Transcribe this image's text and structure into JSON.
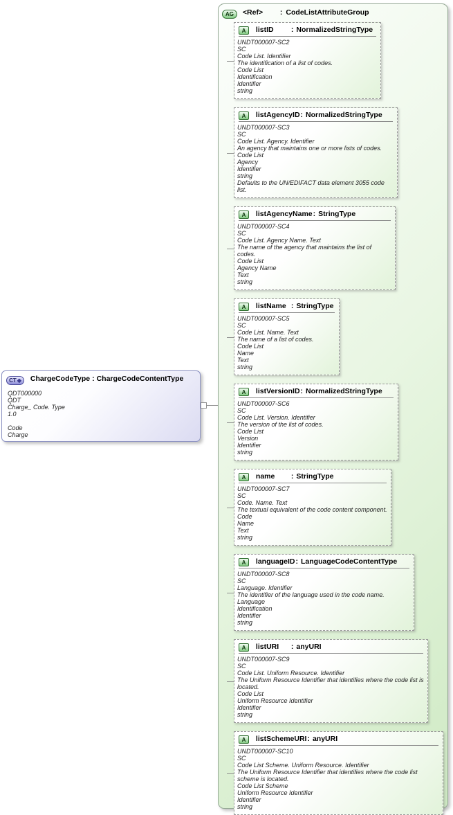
{
  "colors": {
    "attribute_badge_green": "#84cc84",
    "group_background_green": "#cfeac4",
    "complextype_badge_purple": "#8c8cd8",
    "complextype_background": "#dbdbf2"
  },
  "ct_box": {
    "badge": "CT",
    "diamond_icon": "◆",
    "name": "ChargeCodeType",
    "separator": ":",
    "type": "ChargeCodeContentType",
    "lines": [
      "QDT000000",
      "QDT",
      "Charge_ Code. Type",
      "1.0",
      "",
      "Code",
      "Charge"
    ]
  },
  "attribute_group": {
    "badge": "AG",
    "ref": "<Ref>",
    "separator": ":",
    "name": "CodeListAttributeGroup",
    "attr_badge": "A",
    "attributes": [
      {
        "name": "listID",
        "type": "NormalizedStringType",
        "details": [
          "UNDT000007-SC2",
          "SC",
          "Code List. Identifier",
          "The identification of a list of codes.",
          "Code List",
          "Identification",
          "Identifier",
          "string"
        ]
      },
      {
        "name": "listAgencyID",
        "type": "NormalizedStringType",
        "details": [
          "UNDT000007-SC3",
          "SC",
          "Code List. Agency. Identifier",
          "An agency that maintains one or more lists of codes.",
          "Code List",
          "Agency",
          "Identifier",
          "string",
          "Defaults to the UN/EDIFACT data element 3055 code list."
        ]
      },
      {
        "name": "listAgencyName",
        "type": "StringType",
        "details": [
          "UNDT000007-SC4",
          "SC",
          "Code List. Agency Name. Text",
          "The name of the agency that maintains the list of codes.",
          "Code List",
          "Agency Name",
          "Text",
          "string"
        ]
      },
      {
        "name": "listName",
        "type": "StringType",
        "details": [
          "UNDT000007-SC5",
          "SC",
          "Code List. Name. Text",
          "The name of a list of codes.",
          "Code List",
          "Name",
          "Text",
          "string"
        ]
      },
      {
        "name": "listVersionID",
        "type": "NormalizedStringType",
        "details": [
          "UNDT000007-SC6",
          "SC",
          "Code List. Version. Identifier",
          "The version of the list of codes.",
          "Code List",
          "Version",
          "Identifier",
          "string"
        ]
      },
      {
        "name": "name",
        "type": "StringType",
        "details": [
          "UNDT000007-SC7",
          "SC",
          "Code. Name. Text",
          "The textual equivalent of the code content component.",
          "Code",
          "Name",
          "Text",
          "string"
        ]
      },
      {
        "name": "languageID",
        "type": "LanguageCodeContentType",
        "details": [
          "UNDT000007-SC8",
          "SC",
          "Language. Identifier",
          "The identifier of the language used in the code name.",
          "Language",
          "Identification",
          "Identifier",
          "string"
        ]
      },
      {
        "name": "listURI",
        "type": "anyURI",
        "details": [
          "UNDT000007-SC9",
          "SC",
          "Code List. Uniform Resource. Identifier",
          "The Uniform Resource Identifier that identifies where the code list is located.",
          "Code List",
          "Uniform Resource Identifier",
          "Identifier",
          "string"
        ]
      },
      {
        "name": "listSchemeURI",
        "type": "anyURI",
        "details": [
          "UNDT000007-SC10",
          "SC",
          "Code List Scheme. Uniform Resource. Identifier",
          "The Uniform Resource Identifier that identifies where the code list scheme is located.",
          "Code List Scheme",
          "Uniform Resource Identifier",
          "Identifier",
          "string"
        ]
      }
    ]
  }
}
